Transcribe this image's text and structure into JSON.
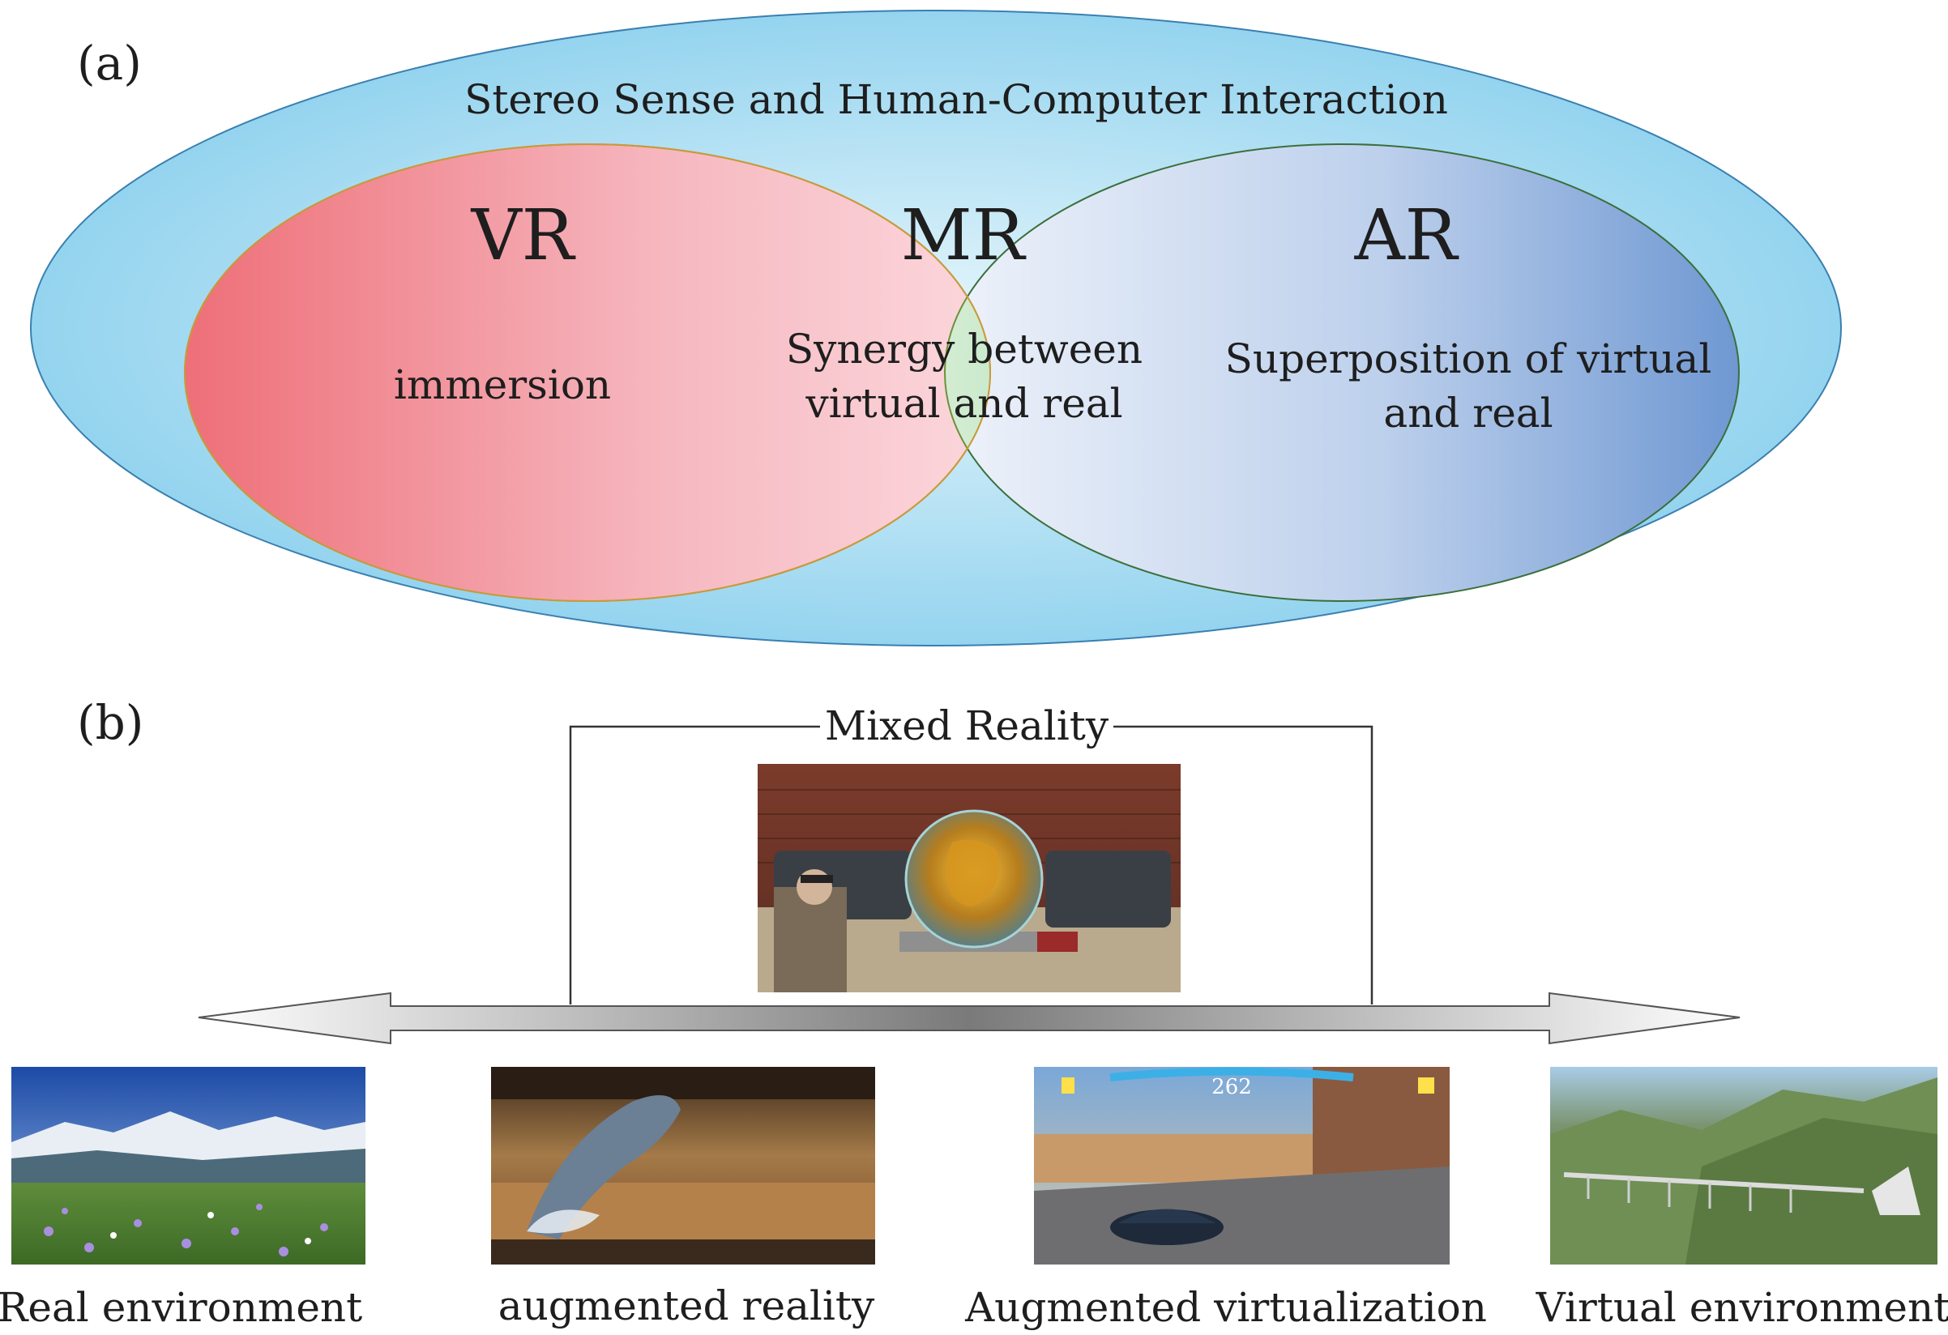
{
  "panel_a": {
    "label": "(a)",
    "outer_title": "Stereo Sense and Human-Computer Interaction",
    "vr": {
      "title": "VR",
      "description": "immersion"
    },
    "mr": {
      "title": "MR",
      "description_line1": "Synergy between",
      "description_line2": "virtual and real"
    },
    "ar": {
      "title": "AR",
      "description_line1": "Superposition of virtual",
      "description_line2": "and real"
    }
  },
  "panel_b": {
    "label": "(b)",
    "mixed_reality_label": "Mixed Reality",
    "captions": {
      "real": "Real environment",
      "augmented_reality": "augmented reality",
      "augmented_virtualization": "Augmented virtualization",
      "virtual": "Virtual environment"
    },
    "game_hud_number": "262"
  },
  "colors": {
    "outer_ellipse": "#8fd2ee",
    "vr_fill": "#ef7f86",
    "mr_fill": "#a8dcb0",
    "ar_fill": "#7fa4d8",
    "arrow_gray": "#8a8a8a"
  }
}
